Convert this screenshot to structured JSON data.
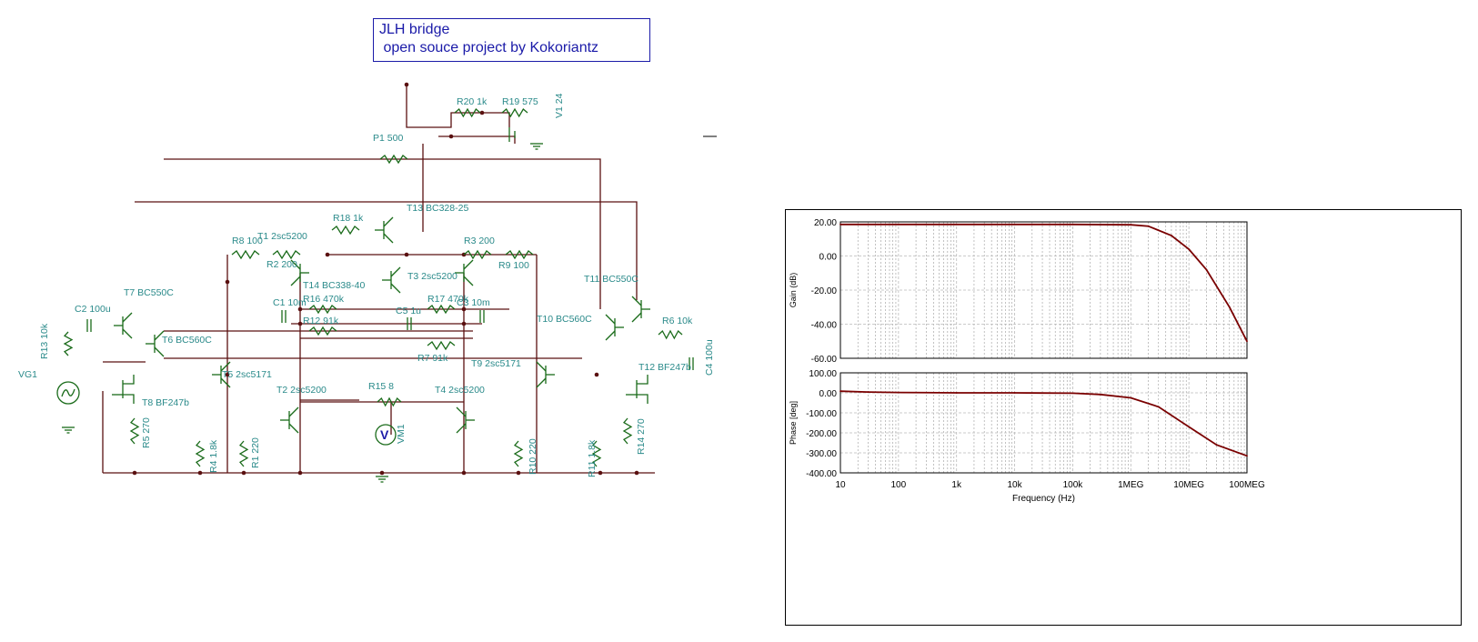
{
  "title": {
    "line1": "JLH bridge",
    "line2": " open souce project by Kokoriantz"
  },
  "component_labels": [
    "R20 1k",
    "R19 575",
    "V1 24",
    "P1 500",
    "T13 BC328-25",
    "R18 1k",
    "R8 100",
    "T1 2sc5200",
    "R2 200",
    "R3 200",
    "R9 100",
    "T14 BC338-40",
    "T3 2sc5200",
    "C1 10m",
    "R16 470k",
    "R17 470k",
    "C3 10m",
    "C5 1u",
    "R12 91k",
    "R7 91k",
    "T7 BC550C",
    "T6 BC560C",
    "C2 100u",
    "R13 10k",
    "VG1",
    "T5 2sc5171",
    "T2 2sc5200",
    "R15 8",
    "VM1",
    "T4 2sc5200",
    "T9 2sc5171",
    "T10 BC560C",
    "T11 BC550C",
    "R6 10k",
    "C4 100u",
    "T12 BF247b",
    "T8 BF247b",
    "R5 270",
    "R4 1.8k",
    "R1 220",
    "R10 220",
    "R11 1.8k",
    "R14 270"
  ],
  "colors": {
    "title": "#1a1aa8",
    "label": "#2a8a8a",
    "wire": "#5a1010",
    "component": "#1a6b1a",
    "curve": "#7a0000"
  },
  "chart_data": [
    {
      "type": "line",
      "title": "",
      "xlabel": "Frequency (Hz)",
      "ylabel": "Gain (dB)",
      "x_scale": "log",
      "xlim": [
        10,
        100000000
      ],
      "ylim": [
        -60,
        20
      ],
      "grid": true,
      "x_ticks": [
        "10",
        "100",
        "1k",
        "10k",
        "100k",
        "1MEG",
        "10MEG",
        "100MEG"
      ],
      "y_ticks": [
        "20.00",
        "0.00",
        "-20.00",
        "-40.00",
        "-60.00"
      ],
      "x": [
        10,
        100,
        1000,
        10000,
        100000,
        1000000,
        2000000,
        5000000,
        10000000,
        20000000,
        50000000,
        100000000
      ],
      "values": [
        18.5,
        18.5,
        18.5,
        18.5,
        18.5,
        18.3,
        17.5,
        12,
        4,
        -8,
        -30,
        -50
      ]
    },
    {
      "type": "line",
      "title": "",
      "xlabel": "Frequency (Hz)",
      "ylabel": "Phase [deg]",
      "x_scale": "log",
      "xlim": [
        10,
        100000000
      ],
      "ylim": [
        -400,
        100
      ],
      "grid": true,
      "x_ticks": [
        "10",
        "100",
        "1k",
        "10k",
        "100k",
        "1MEG",
        "10MEG",
        "100MEG"
      ],
      "y_ticks": [
        "100.00",
        "0.00",
        "-100.00",
        "-200.00",
        "-300.00",
        "-400.00"
      ],
      "x": [
        10,
        30,
        100,
        1000,
        10000,
        100000,
        300000,
        1000000,
        3000000,
        10000000,
        30000000,
        100000000
      ],
      "values": [
        8,
        4,
        2,
        0,
        0,
        -2,
        -8,
        -25,
        -70,
        -170,
        -260,
        -315
      ]
    }
  ]
}
